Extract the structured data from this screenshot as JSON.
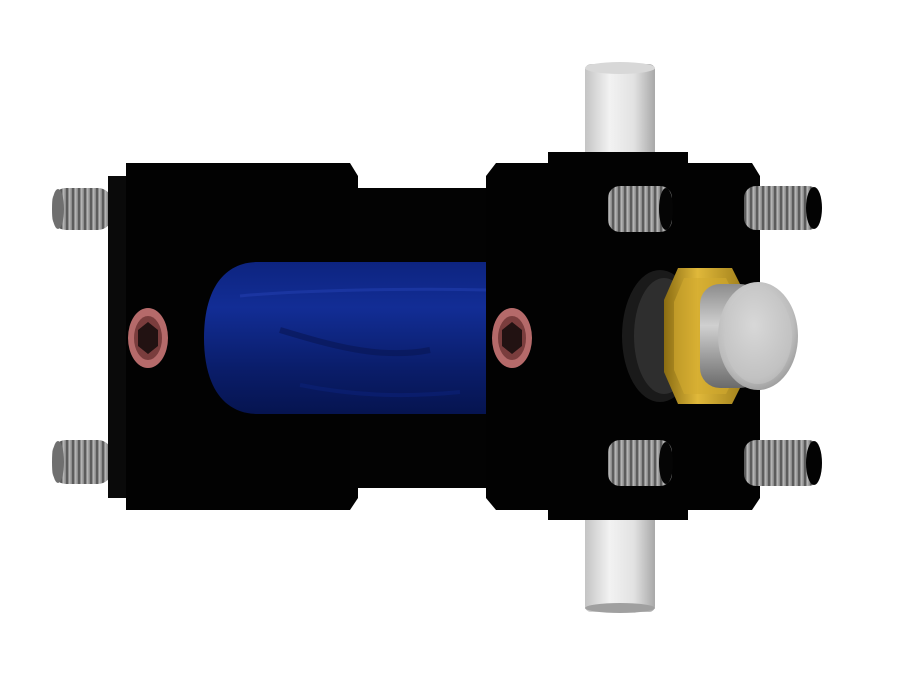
{
  "image": {
    "subject": "hydraulic-cylinder-render",
    "background_color": "#ffffff"
  },
  "colors": {
    "body": "#030303",
    "tube": "#0a1f72",
    "tube_highlight": "#1c3aa6",
    "port_ring": "#b56a6a",
    "socket": "#2a1616",
    "thread": "#9a9a9a",
    "thread_dark": "#5a5a5a",
    "pin": "#e6e6e6",
    "pin_shadow": "#b8b8b8",
    "nut": "#c9a227",
    "nut_dark": "#7a5f10",
    "rod": "#b0b0b0",
    "rod_face": "#d6d6d6"
  },
  "components": {
    "tie_rods": 4,
    "ports": 2,
    "pivot_pins": 2
  }
}
